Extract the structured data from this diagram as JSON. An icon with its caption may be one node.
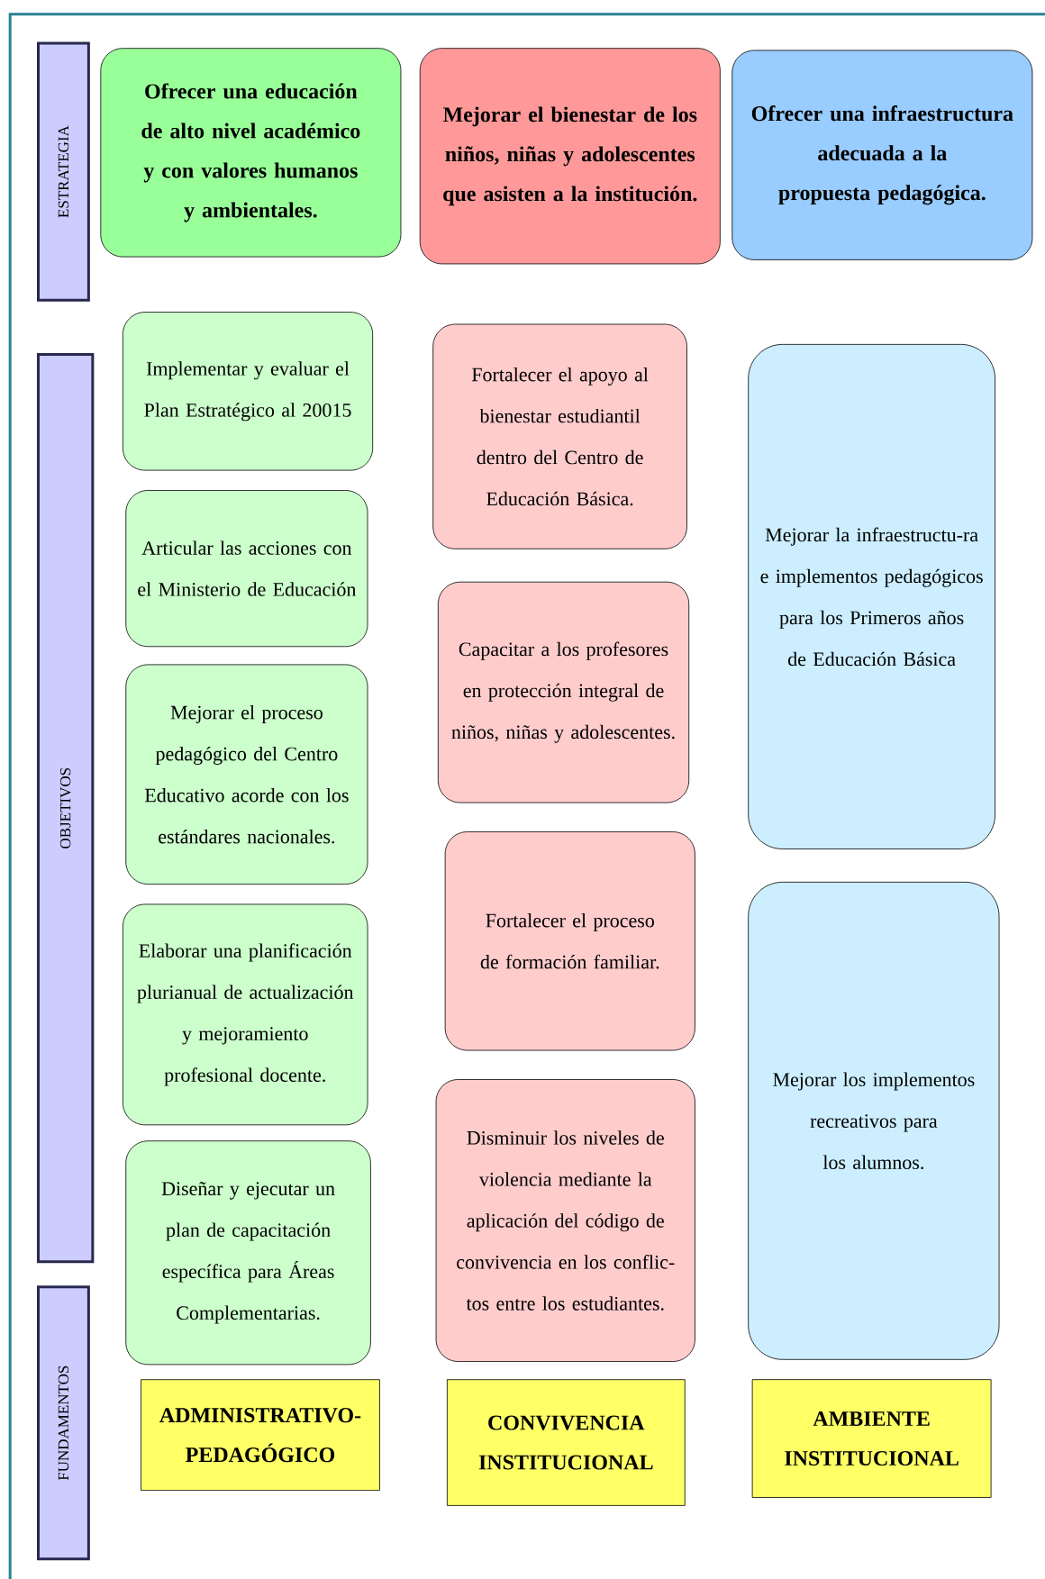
{
  "diagram": {
    "nodes": [
      {
        "text": [
          "ESTRATEGIA"
        ]
      },
      {
        "text": [
          "Ofrecer una educación de alto nivel académico y con valores humanos y ambientales."
        ]
      },
      {
        "text": [
          "Mejorar el bienestar de los niños, niñas y adolescentes que asisten a la institución."
        ]
      },
      {
        "text": [
          "Ofrecer una infraestructura adecuada a la propuesta pedagógica."
        ]
      },
      {
        "text": [
          "OBJETIVOS"
        ]
      },
      {
        "text": [
          "Implementar y evaluar el Plan Estratégico al 20015"
        ]
      },
      {
        "text": [
          "Articular las acciones con el Ministerio de Educación"
        ]
      },
      {
        "text": [
          "Mejorar el proceso pedagógico del Centro Educativo acorde con los estándares nacionales."
        ]
      },
      {
        "text": [
          "Elaborar una planificación plurianual de actualización y mejoramiento profesional docente."
        ]
      },
      {
        "text": [
          "Diseñar y ejecutar un plan de capacitación específica para Áreas Complementarias."
        ]
      },
      {
        "text": [
          "Fortalecer el apoyo al bienestar estudiantil dentro del Centro de Educación Básica."
        ]
      },
      {
        "text": [
          "Capacitar a los profesores en protección integral de niños, niñas y adolescentes."
        ]
      },
      {
        "text": [
          "Fortalecer el proceso de formación familiar."
        ]
      },
      {
        "text": [
          "Disminuir los niveles de violencia mediante la aplicación del código de convivencia en los conflic-tos entre los estudiantes."
        ]
      },
      {
        "text": [
          "Mejorar la infraestructu-ra e implementos pedagógicos para los Primeros años de Educación Básica"
        ]
      },
      {
        "text": [
          "Mejorar los implementos recreativos para los alumnos."
        ]
      },
      {
        "text": [
          "FUNDAMENTOS"
        ]
      },
      {
        "text": [
          "ADMINISTRATIVO-PEDAGÓGICO"
        ]
      },
      {
        "text": [
          "CONVIVENCIA INSTITUCIONAL"
        ]
      },
      {
        "text": [
          "AMBIENTE INSTITUCIONAL"
        ]
      }
    ]
  }
}
